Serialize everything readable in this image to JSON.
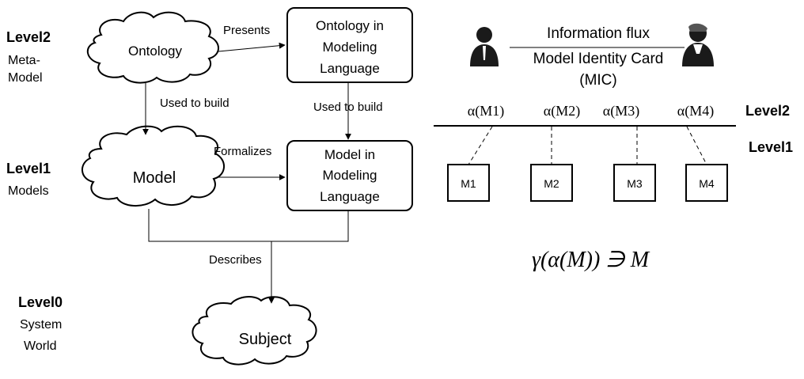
{
  "levels": {
    "level2": {
      "title": "Level2",
      "sub1": "Meta-",
      "sub2": "Model"
    },
    "level1": {
      "title": "Level1",
      "sub1": "Models"
    },
    "level0": {
      "title": "Level0",
      "sub1": "System",
      "sub2": "World"
    }
  },
  "nodes": {
    "ontology": "Ontology",
    "ontology_lang": {
      "line1": "Ontology in",
      "line2": "Modeling",
      "line3": "Language"
    },
    "model": "Model",
    "model_lang": {
      "line1": "Model in",
      "line2": "Modeling",
      "line3": "Language"
    },
    "subject": "Subject"
  },
  "edges": {
    "presents": "Presents",
    "used_to_build_left": "Used to build",
    "used_to_build_right": "Used to build",
    "formalizes": "Formalizes",
    "describes": "Describes"
  },
  "right_panel": {
    "info_flux": "Information flux",
    "mic_line1": "Model Identity Card",
    "mic_line2": "(MIC)",
    "level2": "Level2",
    "level1": "Level1",
    "alphas": [
      "α(M1)",
      "α(M2)",
      "α(M3)",
      "α(M4)"
    ],
    "models": [
      "M1",
      "M2",
      "M3",
      "M4"
    ],
    "formula": "γ(α(M)) ∋ M",
    "icons": [
      "person-icon",
      "person-icon"
    ]
  }
}
